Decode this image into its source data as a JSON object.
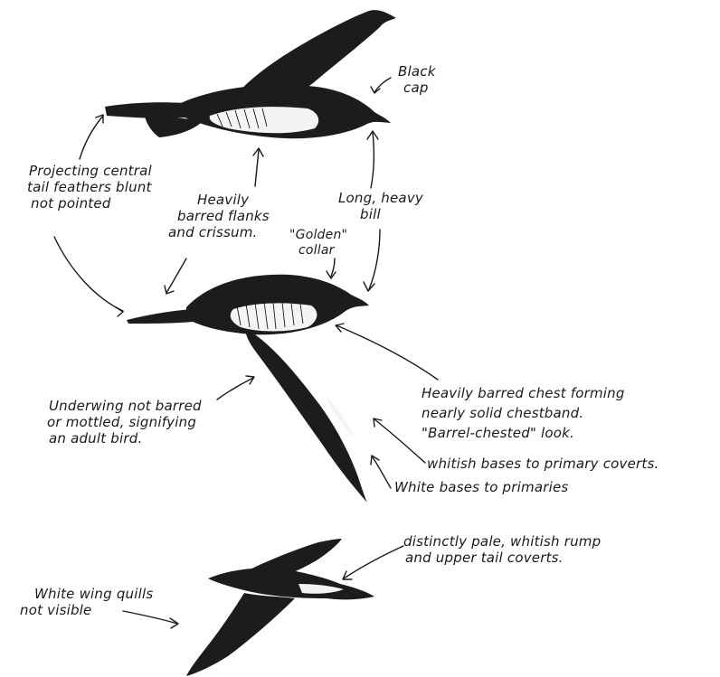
{
  "labels": {
    "black_cap": [
      "Black",
      "cap"
    ],
    "central_tail": [
      "Projecting central",
      "tail feathers blunt",
      "not pointed"
    ],
    "barred_flanks": [
      "Heavily",
      "barred flanks",
      "and crissum."
    ],
    "heavy_bill": [
      "Long, heavy",
      "bill"
    ],
    "golden_collar": [
      "\"Golden\"",
      "collar"
    ],
    "underwing": [
      "Underwing not barred",
      "or mottled, signifying",
      "an adult bird."
    ],
    "chest": [
      "Heavily barred chest forming",
      "nearly solid chestband.",
      "\"Barrel-chested\" look."
    ],
    "primary_coverts": [
      "whitish bases to primary coverts."
    ],
    "primaries": [
      "White bases to primaries"
    ],
    "rump": [
      "distinctly pale, whitish rump",
      "and upper tail coverts."
    ],
    "wing_quills": [
      "White wing quills",
      "not visible"
    ]
  }
}
